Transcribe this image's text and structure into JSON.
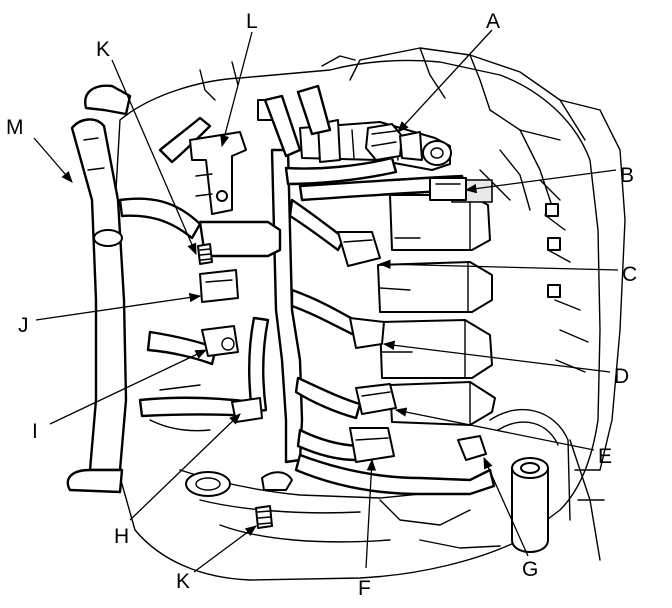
{
  "diagram": {
    "callouts": {
      "A": "A",
      "B": "B",
      "C": "C",
      "D": "D",
      "E": "E",
      "F": "F",
      "G": "G",
      "H": "H",
      "I": "I",
      "J": "J",
      "K_top": "K",
      "K_bottom": "K",
      "L": "L",
      "M": "M"
    }
  }
}
